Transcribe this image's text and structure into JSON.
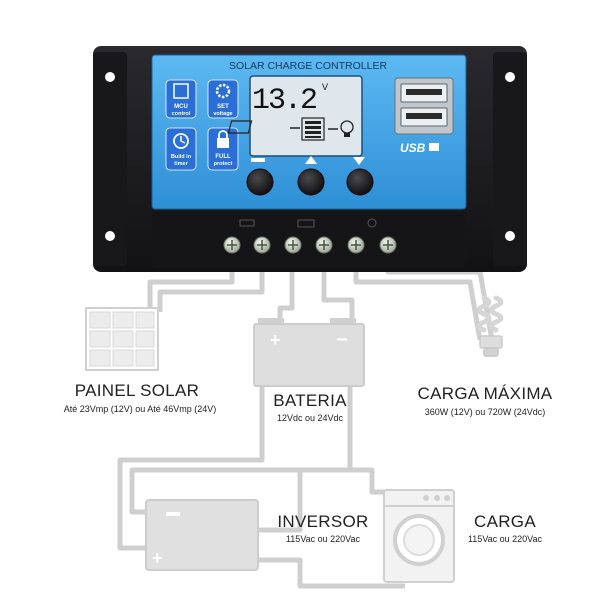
{
  "controller": {
    "title": "SOLAR CHARGE CONTROLLER",
    "lcd_voltage": "13.2",
    "lcd_unit": "V",
    "usb_label": "USB",
    "buttons": [
      {
        "line1": "MCU",
        "line2": "control"
      },
      {
        "line1": "SET",
        "line2": "voltage"
      },
      {
        "line1": "Build in",
        "line2": "timer"
      },
      {
        "line1": "FULL",
        "line2": "protect"
      }
    ]
  },
  "labels": {
    "painel_title": "PAINEL SOLAR",
    "painel_sub": "Até 23Vmp (12V) ou Até 46Vmp (24V)",
    "bateria_title": "BATERIA",
    "bateria_sub": "12Vdc ou 24Vdc",
    "carga_max_title": "CARGA MÁXIMA",
    "carga_max_sub": "360W (12V) ou 720W (24Vdc)",
    "inversor_title": "INVERSOR",
    "inversor_sub": "115Vac ou 220Vac",
    "carga_title": "CARGA",
    "carga_sub": "115Vac ou 220Vac"
  },
  "colors": {
    "panel_blue": "#3aa3e6",
    "case_black": "#1d1d1f",
    "lcd_bg": "#dfe6ec",
    "badge_blue": "#2a6fd6",
    "wire_gray": "#cfcfcf"
  }
}
